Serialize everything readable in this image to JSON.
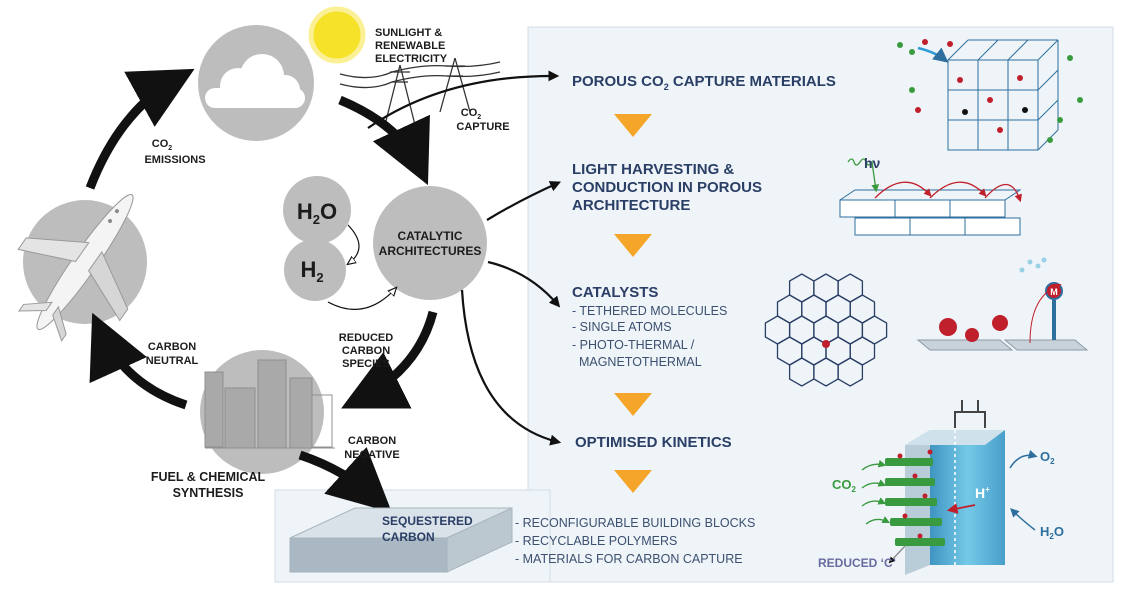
{
  "cycle": {
    "sunlight": [
      "SUNLIGHT &",
      "RENEWABLE",
      "ELECTRICITY"
    ],
    "co2_capture": [
      "CO",
      "2",
      "CAPTURE"
    ],
    "co2_emissions": [
      "CO",
      "2",
      "EMISSIONS"
    ],
    "catalytic": [
      "CATALYTIC",
      "ARCHITECTURES"
    ],
    "h2o": [
      "H",
      "2",
      "O"
    ],
    "h2": [
      "H",
      "2"
    ],
    "reduced_species": [
      "REDUCED",
      "CARBON",
      "SPECIES"
    ],
    "carbon_neutral": [
      "CARBON",
      "NEUTRAL"
    ],
    "carbon_negative": [
      "CARBON",
      "NEGATIVE"
    ],
    "fuel_synthesis": [
      "FUEL & CHEMICAL",
      "SYNTHESIS"
    ]
  },
  "steps": {
    "porous": [
      "POROUS CO",
      "2",
      " CAPTURE MATERIALS"
    ],
    "light": [
      "LIGHT HARVESTING &",
      "CONDUCTION IN POROUS",
      "ARCHITECTURE"
    ],
    "hv": "hν",
    "catalysts_title": "CATALYSTS",
    "catalysts_items": [
      "- TETHERED MOLECULES",
      "- SINGLE ATOMS",
      "- PHOTO-THERMAL /",
      "  MAGNETOTHERMAL"
    ],
    "kinetics": "OPTIMISED KINETICS",
    "m_label": "M"
  },
  "kinetics_panel": {
    "co2": [
      "CO",
      "2"
    ],
    "hplus": [
      "H",
      "+"
    ],
    "o2": [
      "O",
      "2"
    ],
    "h2o": [
      "H",
      "2",
      "O"
    ],
    "reduced_c": "REDUCED ‘C’"
  },
  "sequestered": {
    "title": [
      "SEQUESTERED",
      "CARBON"
    ],
    "items": [
      "- RECONFIGURABLE BUILDING BLOCKS",
      "- RECYCLABLE POLYMERS",
      "- MATERIALS FOR CARBON CAPTURE"
    ]
  },
  "colors": {
    "panel": "#eef4f8",
    "navy": "#2a3e66",
    "triangle": "#f6a52b",
    "sun": "#f7e22a",
    "circle": "#bdbdbd",
    "green": "#3a9a3f",
    "red": "#c0202c",
    "blue": "#2e6f9e"
  }
}
